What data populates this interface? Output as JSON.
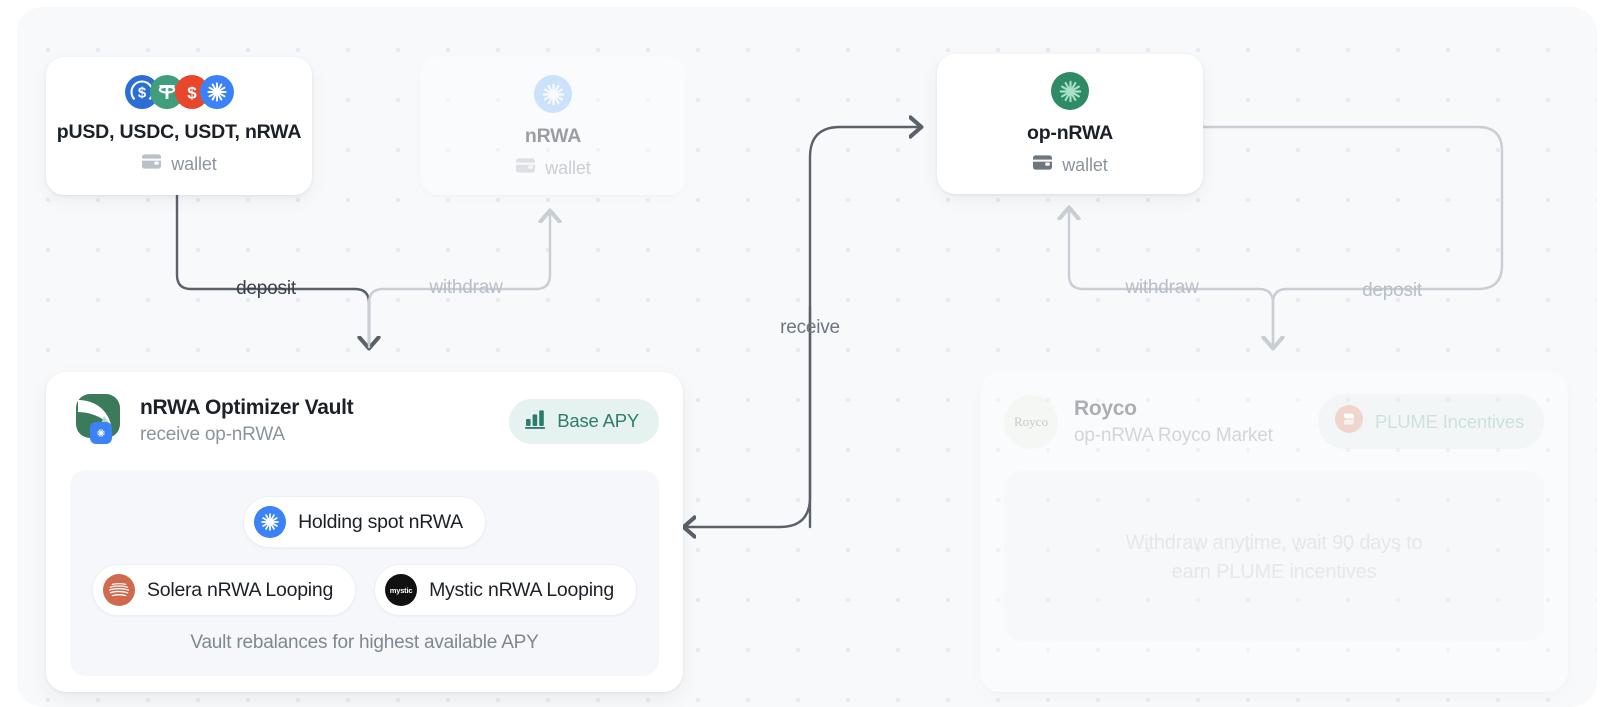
{
  "colors": {
    "canvas_bg": "#f7f9fb",
    "dot_grid": "#e7ebef",
    "card_bg": "#ffffff",
    "text_primary": "#1c2127",
    "text_muted": "#8c949d",
    "wire_dark": "#5a6169",
    "wire_light": "#c9ced4",
    "apy_badge_bg": "#e6f2ef",
    "apy_badge_text": "#2d7d6c",
    "plume_badge_bg": "#e9f3f2",
    "plume_badge_text": "#7fb3ae",
    "token_pusd": "#2b6fd6",
    "token_usdt": "#3f9e7c",
    "token_usdc": "#e8472c",
    "token_nrwa": "#3b82f6",
    "token_opnrwa": "#2e8b66",
    "solera": "#cf6a4c",
    "mystic": "#111111"
  },
  "wallets": [
    {
      "id": "source-tokens",
      "title": "pUSD, USDC, USDT, nRWA",
      "sublabel": "wallet",
      "icon": "wallet-icon",
      "tokens": [
        "pusd-token-icon",
        "usdt-token-icon",
        "usdc-token-icon",
        "nrwa-token-icon"
      ],
      "dimmed": false
    },
    {
      "id": "nrwa-wallet",
      "title": "nRWA",
      "sublabel": "wallet",
      "icon": "wallet-icon",
      "tokens": [
        "nrwa-token-icon"
      ],
      "dimmed": true
    },
    {
      "id": "op-nrwa-wallet",
      "title": "op-nRWA",
      "sublabel": "wallet",
      "icon": "wallet-icon",
      "tokens": [
        "op-nrwa-token-icon"
      ],
      "dimmed": false
    }
  ],
  "wire_labels": {
    "deposit_left": "deposit",
    "withdraw_left": "withdraw",
    "receive": "receive",
    "withdraw_right": "withdraw",
    "deposit_right": "deposit"
  },
  "vault": {
    "title": "nRWA Optimizer Vault",
    "subtitle": "receive op-nRWA",
    "logo": "nrwa-optimizer-vault-logo",
    "badge": {
      "label": "Base APY",
      "icon": "bar-chart-icon"
    },
    "strategies": [
      {
        "label": "Holding spot nRWA",
        "icon": "nrwa-token-icon"
      },
      {
        "label": "Solera nRWA Looping",
        "icon": "solera-logo-icon"
      },
      {
        "label": "Mystic nRWA Looping",
        "icon": "mystic-logo-icon",
        "icon_text": "mystic"
      }
    ],
    "footnote": "Vault rebalances for highest available APY"
  },
  "royco": {
    "title": "Royco",
    "subtitle": "op-nRWA Royco Market",
    "logo_text": "Royco",
    "badge": {
      "label": "PLUME Incentives",
      "icon": "plume-logo-icon"
    },
    "note_line1": "Withdraw anytime, wait 90 days to",
    "note_line2": "earn PLUME incentives"
  }
}
